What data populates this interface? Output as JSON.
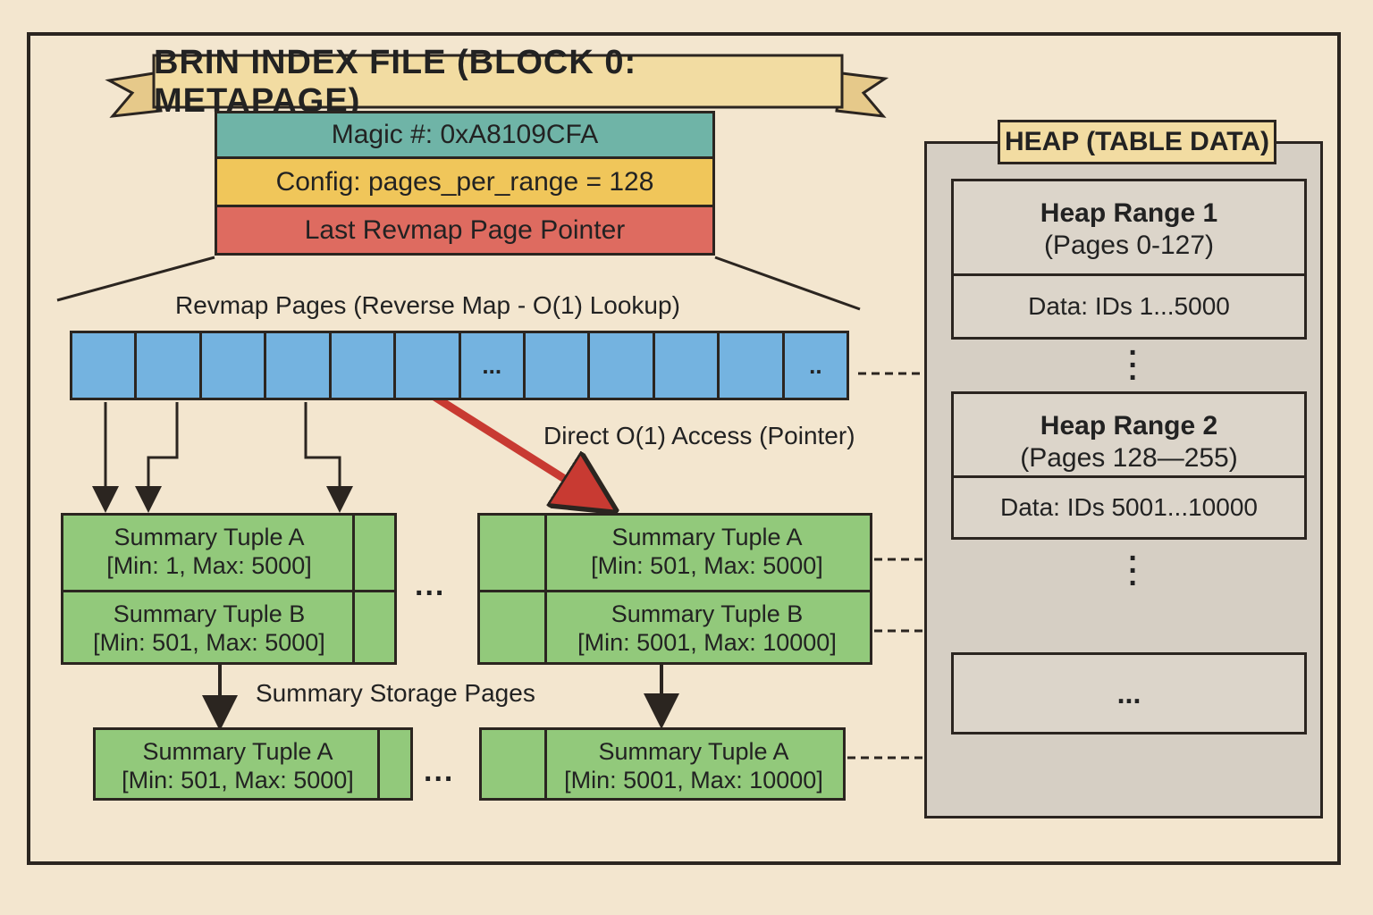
{
  "metapage": {
    "title": "BRIN INDEX FILE (BLOCK 0: METAPAGE)",
    "magic": "Magic #: 0xA8109CFA",
    "config": "Config: pages_per_range = 128",
    "last_revmap": "Last Revmap Page Pointer"
  },
  "revmap": {
    "label": "Revmap Pages (Reverse Map - O(1) Lookup)",
    "cells": [
      "",
      "",
      "",
      "",
      "",
      "",
      "...",
      "",
      "",
      "",
      "",
      ".."
    ]
  },
  "annotations": {
    "direct_access": "Direct O(1) Access (Pointer)",
    "storage_pages": "Summary Storage Pages",
    "ellipsis": "..."
  },
  "summary_pages": {
    "left_top": [
      {
        "name": "Summary Tuple A",
        "range": "[Min: 1, Max: 5000]"
      },
      {
        "name": "Summary Tuple B",
        "range": "[Min: 501, Max: 5000]"
      }
    ],
    "right_top": [
      {
        "name": "Summary Tuple A",
        "range": "[Min: 501, Max: 5000]"
      },
      {
        "name": "Summary Tuple B",
        "range": "[Min: 5001, Max: 10000]"
      }
    ],
    "left_bottom": {
      "name": "Summary Tuple A",
      "range": "[Min: 501, Max: 5000]"
    },
    "right_bottom": {
      "name": "Summary Tuple A",
      "range": "[Min: 5001, Max: 10000]"
    }
  },
  "heap": {
    "title": "HEAP (TABLE DATA)",
    "ranges": [
      {
        "name": "Heap Range 1",
        "pages": "(Pages 0-127)",
        "data": "Data: IDs 1...5000"
      },
      {
        "name": "Heap Range 2",
        "pages": "(Pages 128—255)",
        "data": "Data: IDs 5001...10000"
      }
    ],
    "more": "..."
  },
  "colors": {
    "background": "#f3e6cf",
    "magic": "#6fb4a7",
    "config": "#f0c65a",
    "last_revmap": "#de6b60",
    "revmap": "#74b3e0",
    "summary": "#92c97b",
    "heap": "#d6cfc4",
    "pointer_arrow": "#c83a32"
  }
}
